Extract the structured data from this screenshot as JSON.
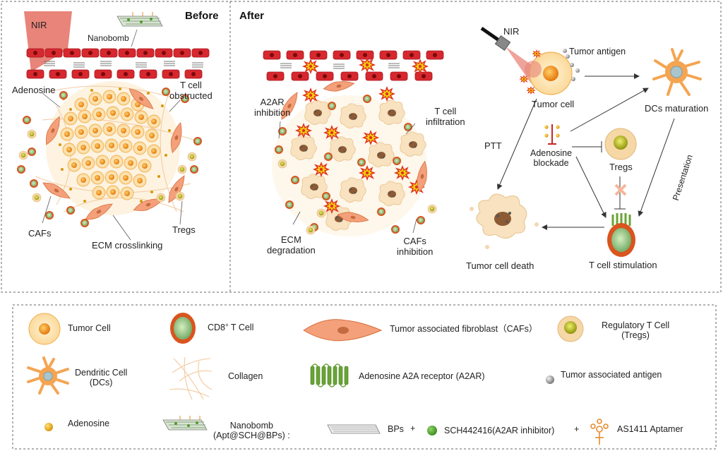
{
  "panels": {
    "before_title": "Before",
    "after_title": "After"
  },
  "before_labels": {
    "nir": "NIR",
    "nanobomb": "Nanobomb",
    "adenosine": "Adenosine",
    "t_cell_obstructed": [
      "T cell",
      "obstructed"
    ],
    "cafs": "CAFs",
    "tregs": "Tregs",
    "ecm_crosslinking": "ECM crosslinking"
  },
  "after_labels": {
    "a2ar_inhibition": [
      "A2AR",
      "inhibition"
    ],
    "t_cell_infiltration": [
      "T cell",
      "infiltration"
    ],
    "ecm_degradation": [
      "ECM",
      "degradation"
    ],
    "cafs_inhibition": [
      "CAFs",
      "inhibition"
    ]
  },
  "mechanism": {
    "nir": "NIR",
    "tumor_antigen": "Tumor antigen",
    "tumor_cell": "Tumor cell",
    "dcs_maturation": "DCs maturation",
    "ptt": "PTT",
    "adenosine_blockade": [
      "Adenosine",
      "blockade"
    ],
    "tregs": "Tregs",
    "presentation": "Presentation",
    "tumor_cell_death": "Tumor cell death",
    "t_cell_stimulation": "T cell stimulation"
  },
  "legend": {
    "tumor_cell": "Tumor Cell",
    "cd8_t_cell_main": "CD8",
    "cd8_sup": "+",
    "cd8_t_cell_rest": " T Cell",
    "caf": "Tumor associated fibroblast（CAFs）",
    "treg": [
      "Regulatory T Cell",
      "(Tregs)"
    ],
    "dc": [
      "Dendritic Cell",
      "(DCs)"
    ],
    "collagen": "Collagen",
    "a2ar": "Adenosine A2A receptor (A2AR)",
    "antigen": "Tumor associated antigen",
    "adenosine": "Adenosine",
    "nanobomb": [
      "Nanobomb",
      "(Apt@SCH@BPs) :"
    ],
    "bps": "BPs",
    "plus1": "+",
    "sch": "SCH442416(A2AR inhibitor)",
    "plus2": "+",
    "aptamer": "AS1411 Aptamer"
  },
  "colors": {
    "rbc": "#d7282f",
    "rbc_nucleus": "#7a0a0a",
    "tumor_fill": "#fce3b5",
    "tumor_edge": "#f2b45a",
    "tumor_nucleus": "#f08a1c",
    "caf": "#f4a07a",
    "tcell_outer": "#d9541e",
    "tcell_inner": "#9ccf8c",
    "treg_outer": "#f6d7a6",
    "treg_inner": "#b5b81e",
    "dc": "#f4a552",
    "a2ar": "#6aa336",
    "adenosine": "#f2b01e",
    "nir_beam": "#e8847a",
    "dashed_border": "#666666"
  }
}
